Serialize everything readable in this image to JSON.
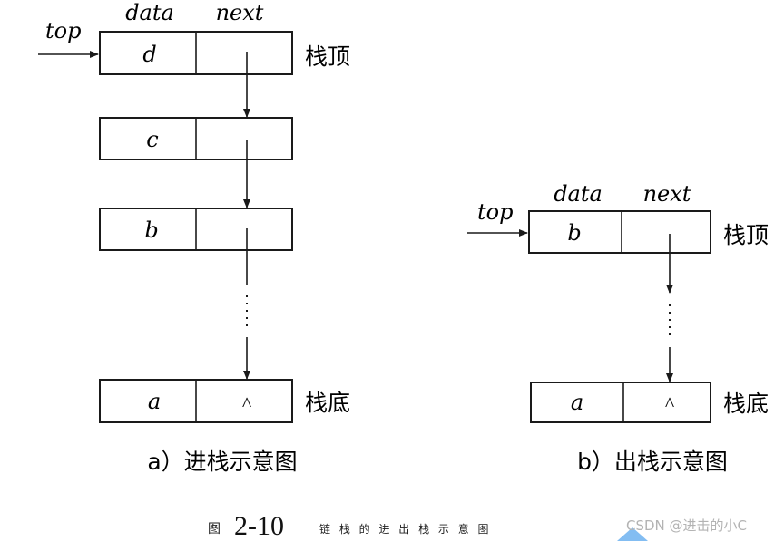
{
  "diagram_a": {
    "header_data": "data",
    "header_next": "next",
    "top_label": "top",
    "node_d": {
      "data": "d"
    },
    "node_c": {
      "data": "c"
    },
    "node_b": {
      "data": "b"
    },
    "node_a": {
      "data": "a",
      "next": "^"
    },
    "stack_top_label": "栈顶",
    "stack_bottom_label": "栈底",
    "caption": "a）进栈示意图"
  },
  "diagram_b": {
    "header_data": "data",
    "header_next": "next",
    "top_label": "top",
    "node_b": {
      "data": "b"
    },
    "node_a": {
      "data": "a",
      "next": "^"
    },
    "stack_top_label": "栈顶",
    "stack_bottom_label": "栈底",
    "caption": "b）出栈示意图"
  },
  "figure": {
    "prefix": "图",
    "number": "2-10",
    "title": "链 栈 的 进 出 栈 示 意 图"
  },
  "watermark": "CSDN @进击的小C"
}
